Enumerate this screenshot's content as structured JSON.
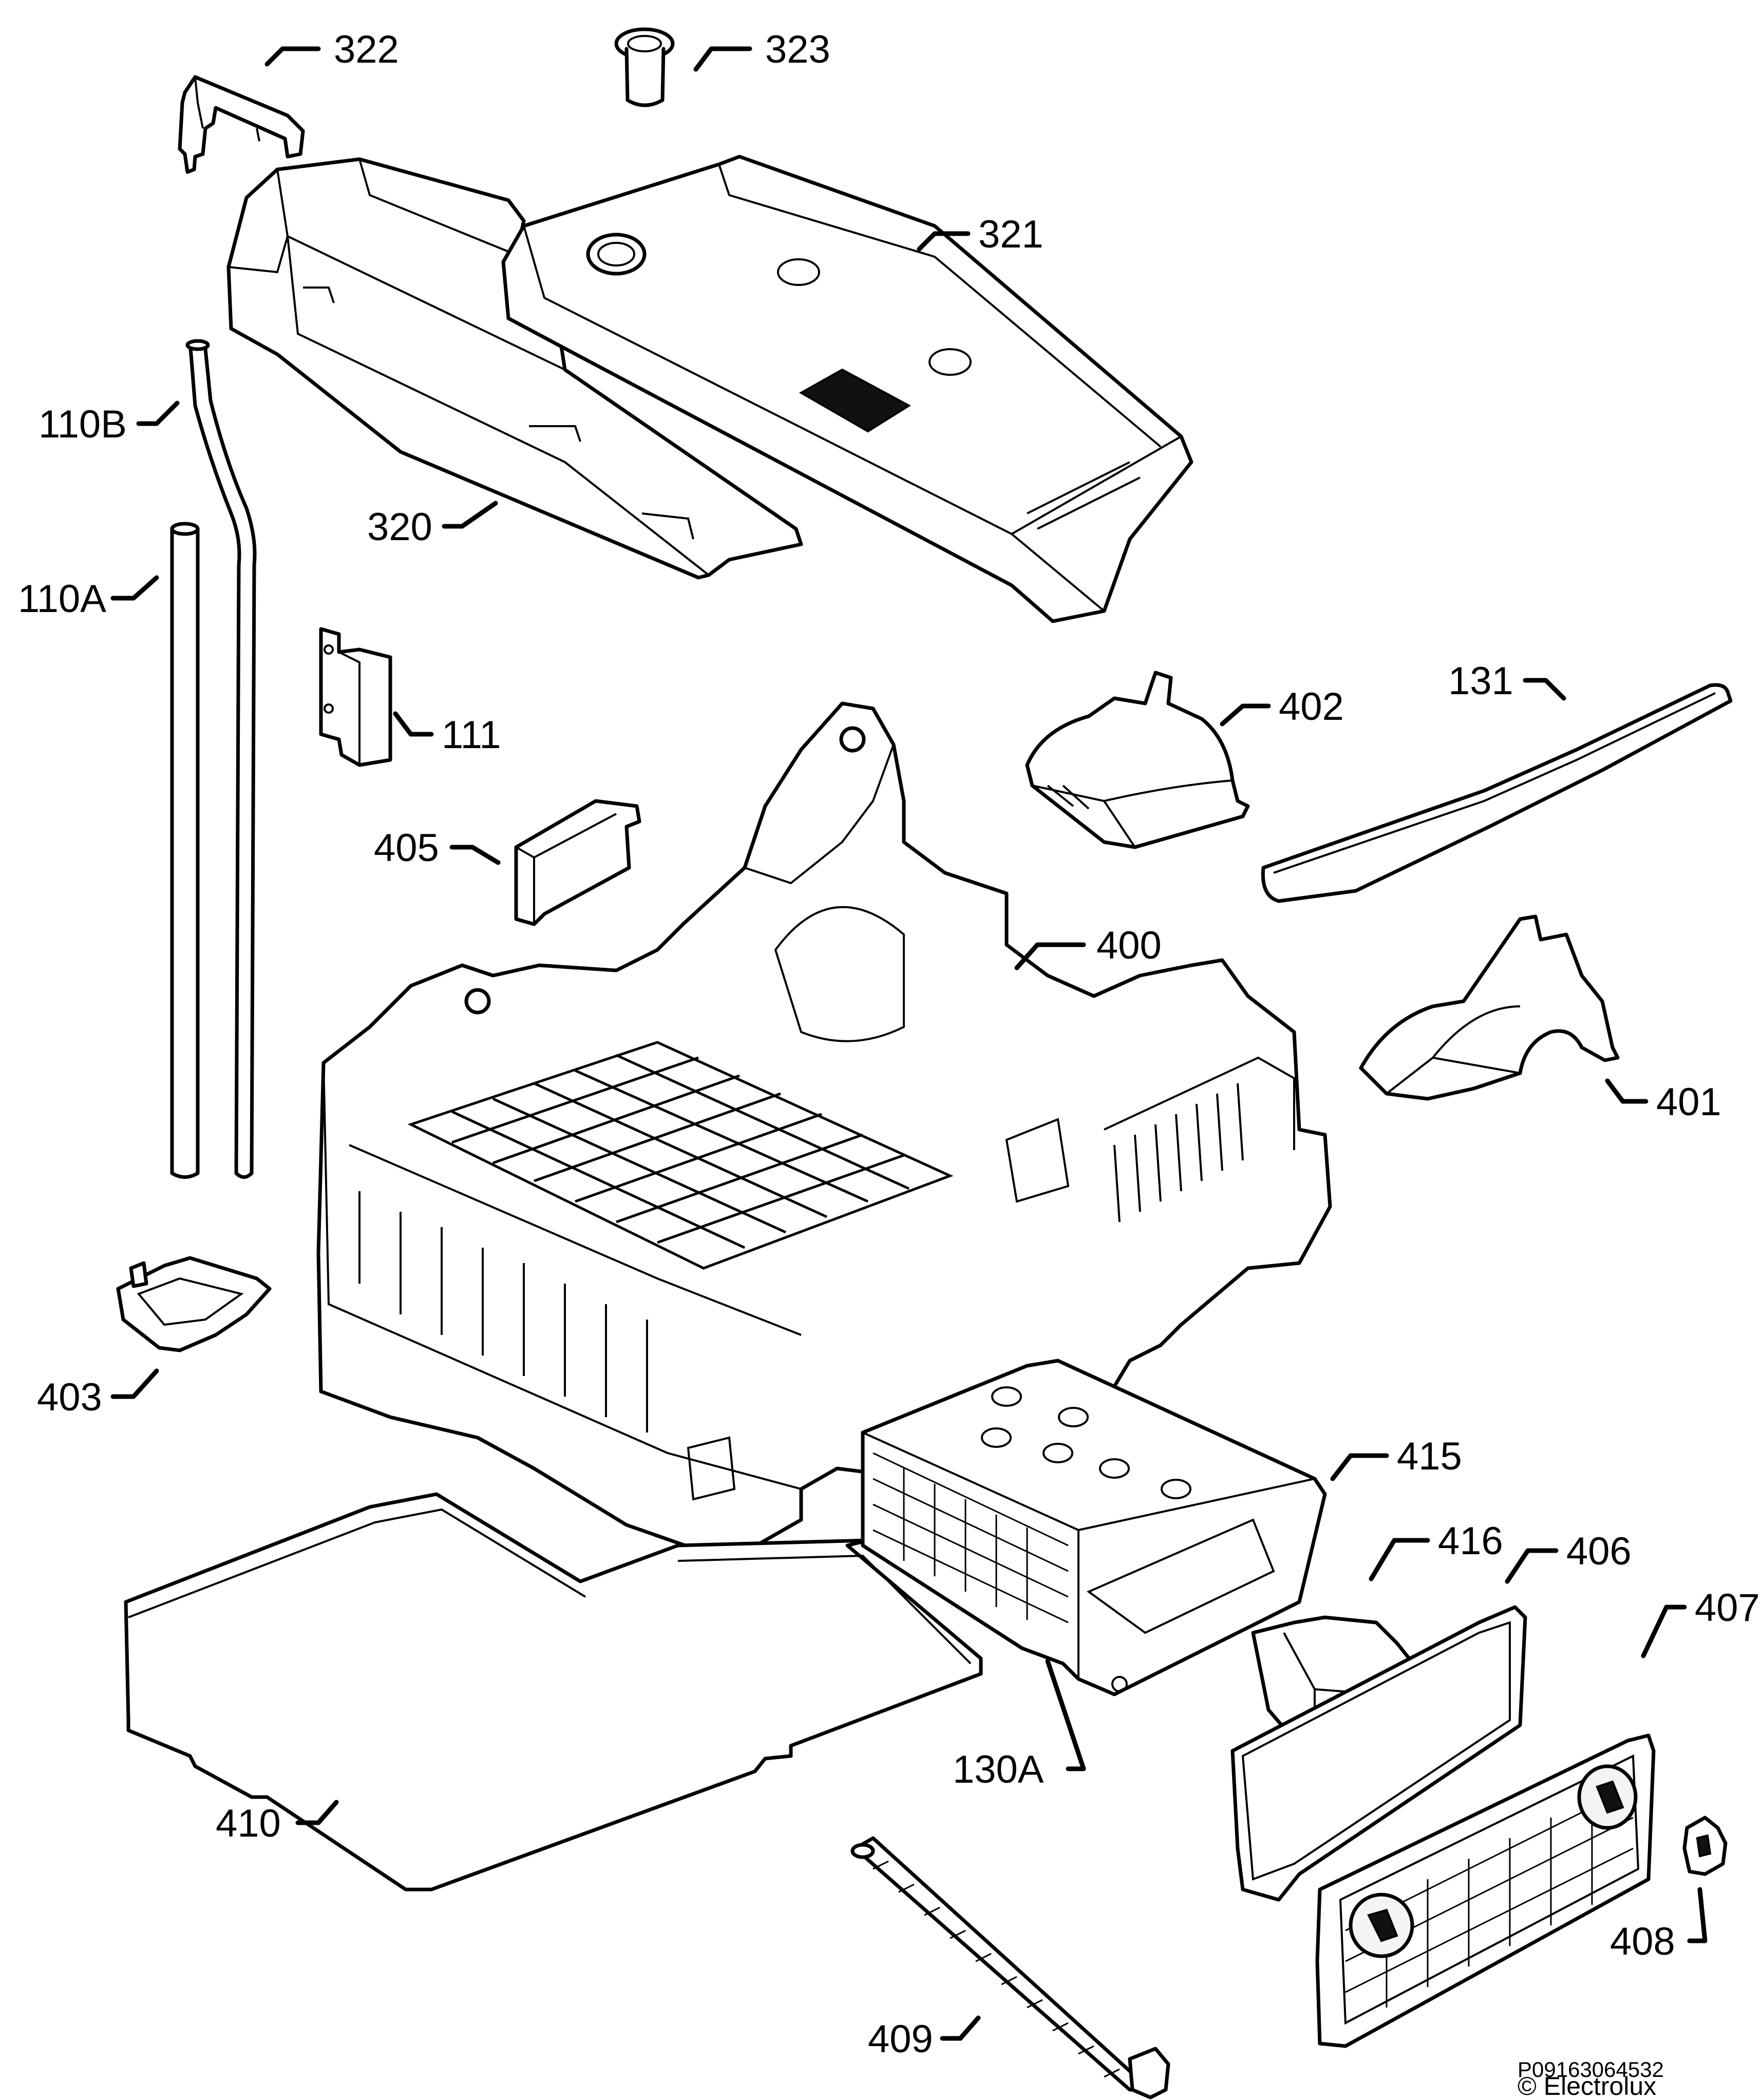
{
  "callouts": {
    "c322": "322",
    "c323": "323",
    "c321": "321",
    "c110B": "110B",
    "c320": "320",
    "c110A": "110A",
    "c111": "111",
    "c402": "402",
    "c131": "131",
    "c405": "405",
    "c400": "400",
    "c401": "401",
    "c403": "403",
    "c415": "415",
    "c416": "416",
    "c406": "406",
    "c407": "407",
    "c130A": "130A",
    "c410": "410",
    "c408": "408",
    "c409": "409"
  },
  "footer": {
    "code": "P09163064532",
    "brand": "© Electrolux"
  }
}
